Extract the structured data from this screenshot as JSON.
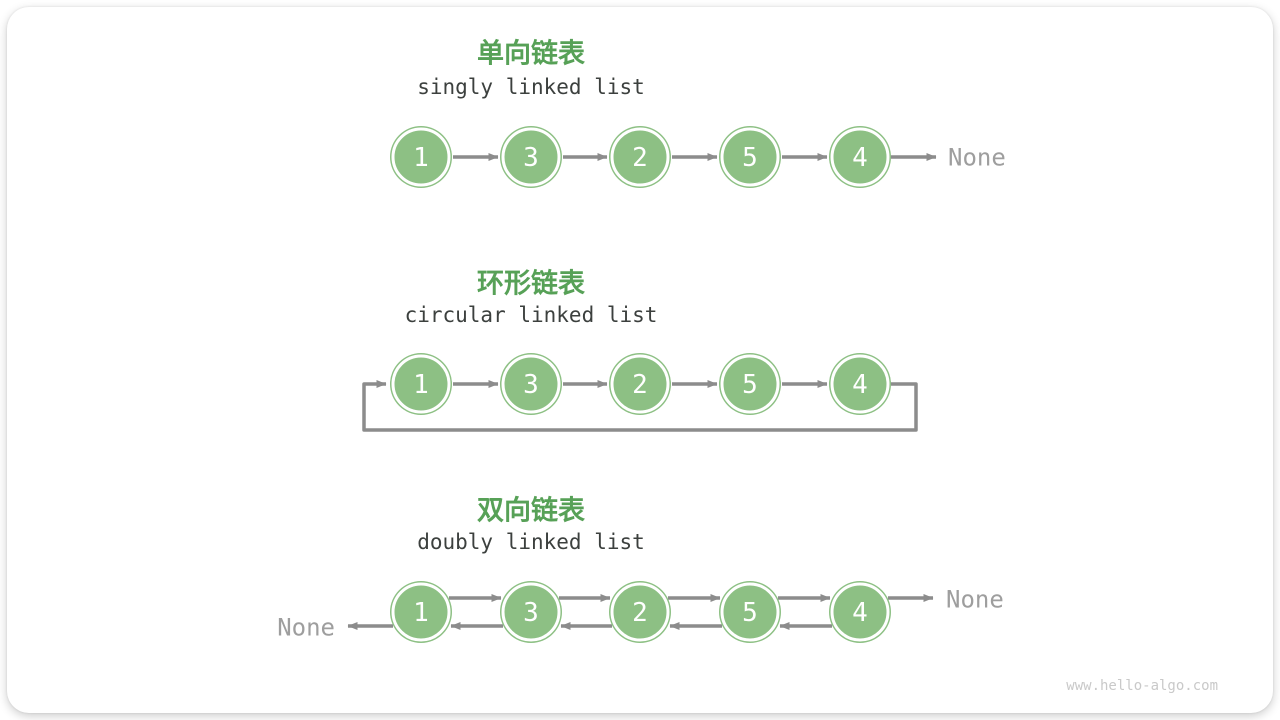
{
  "page": {
    "watermark": "www.hello-algo.com"
  },
  "colors": {
    "node_fill": "#8DC084",
    "node_ring": "#FFFFFF",
    "node_text": "#FFFFFF",
    "title_green": "#57A157",
    "subtitle_gray": "#3C403E",
    "arrow_gray": "#8C8C8C",
    "none_gray": "#9E9E9E",
    "watermark_gray": "#C9C9C9"
  },
  "sections": [
    {
      "id": "singly",
      "title_zh": "单向链表",
      "title_en": "singly linked list",
      "nodes": [
        "1",
        "3",
        "2",
        "5",
        "4"
      ],
      "none_right": "None"
    },
    {
      "id": "circular",
      "title_zh": "环形链表",
      "title_en": "circular linked list",
      "nodes": [
        "1",
        "3",
        "2",
        "5",
        "4"
      ]
    },
    {
      "id": "doubly",
      "title_zh": "双向链表",
      "title_en": "doubly linked list",
      "nodes": [
        "1",
        "3",
        "2",
        "5",
        "4"
      ],
      "none_left": "None",
      "none_right": "None"
    }
  ]
}
